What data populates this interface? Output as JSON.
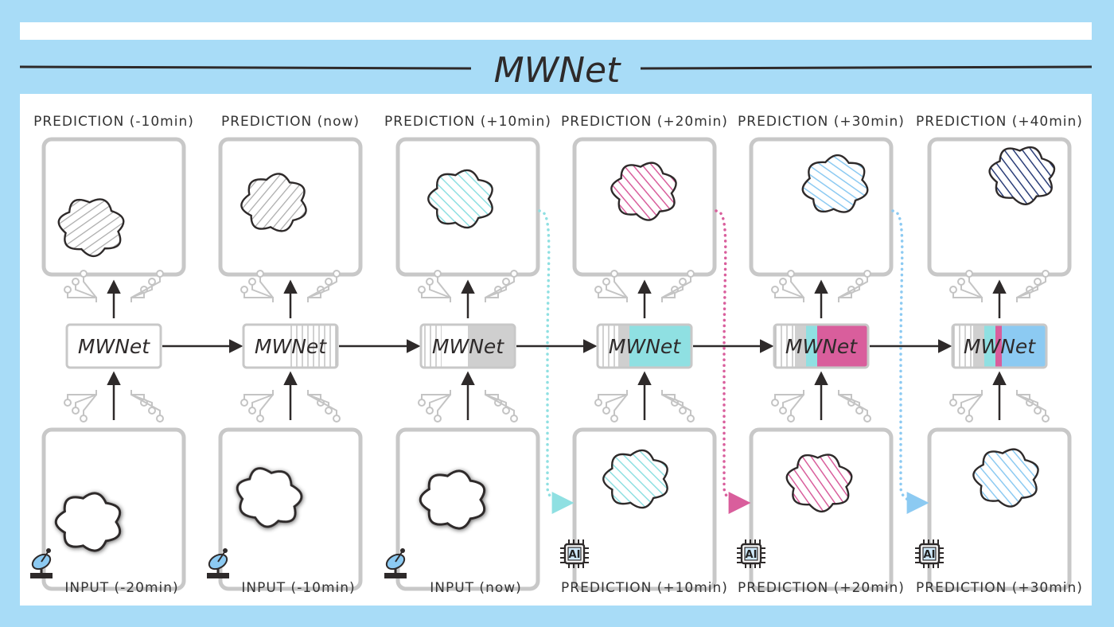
{
  "title": "MWNet",
  "colors": {
    "background": "#a8dcf7",
    "panel": "#ffffff",
    "frame": "#c8c8c8",
    "ink": "#2e2a2a",
    "gray": "#a9a9a9",
    "cyan": "#8fe0e2",
    "pink": "#d95e9c",
    "light_blue": "#8ccaf2",
    "navy": "#2b3e78"
  },
  "columns": [
    {
      "top_label": "PREDICTION (-10min)",
      "bottom_label": "INPUT (-20min)",
      "bottom_icon": "satellite-dish-icon",
      "block_label": "MWNet",
      "top_cloud_color": "gray",
      "bottom_cloud_color": "none",
      "block_segments": []
    },
    {
      "top_label": "PREDICTION (now)",
      "bottom_label": "INPUT (-10min)",
      "bottom_icon": "satellite-dish-icon",
      "block_label": "MWNet",
      "top_cloud_color": "gray",
      "bottom_cloud_color": "none",
      "block_segments": [
        "stripes"
      ]
    },
    {
      "top_label": "PREDICTION (+10min)",
      "bottom_label": "INPUT (now)",
      "bottom_icon": "satellite-dish-icon",
      "block_label": "MWNet",
      "top_cloud_color": "cyan",
      "bottom_cloud_color": "none",
      "block_segments": [
        "stripes",
        "gray"
      ]
    },
    {
      "top_label": "PREDICTION (+20min)",
      "bottom_label": "PREDICTION (+10min)",
      "bottom_icon": "ai-chip-icon",
      "block_label": "MWNet",
      "top_cloud_color": "pink",
      "bottom_cloud_color": "cyan",
      "block_segments": [
        "stripes",
        "gray",
        "cyan"
      ]
    },
    {
      "top_label": "PREDICTION (+30min)",
      "bottom_label": "PREDICTION (+20min)",
      "bottom_icon": "ai-chip-icon",
      "block_label": "MWNet",
      "top_cloud_color": "light_blue",
      "bottom_cloud_color": "pink",
      "block_segments": [
        "stripes",
        "gray",
        "cyan",
        "pink"
      ]
    },
    {
      "top_label": "PREDICTION (+40min)",
      "bottom_label": "PREDICTION (+30min)",
      "bottom_icon": "ai-chip-icon",
      "block_label": "MWNet",
      "top_cloud_color": "navy",
      "bottom_cloud_color": "light_blue",
      "block_segments": [
        "stripes",
        "gray",
        "cyan",
        "pink",
        "light_blue"
      ]
    }
  ],
  "chip_text": "AI"
}
